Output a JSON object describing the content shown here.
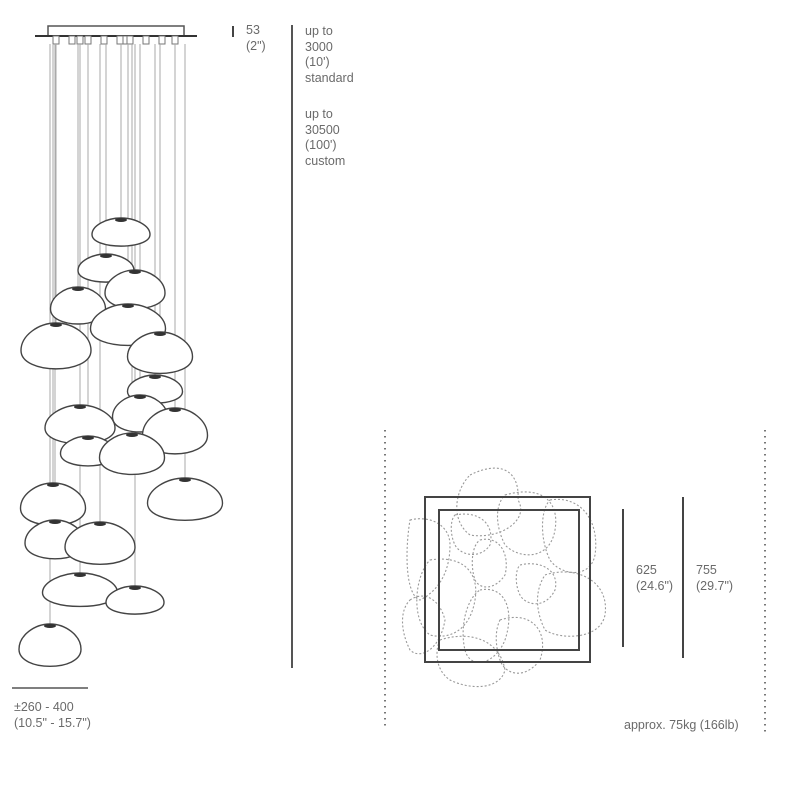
{
  "elevation": {
    "canopy_height": "53",
    "canopy_height_in": "(2\")",
    "drop_standard_label": "up to",
    "drop_standard_mm": "3000",
    "drop_standard_ft": "(10')",
    "drop_standard_note": "standard",
    "drop_custom_label": "up to",
    "drop_custom_mm": "30500",
    "drop_custom_ft": "(100')",
    "drop_custom_note": "custom",
    "width_range": "±260 - 400",
    "width_range_in": "(10.5\" - 15.7\")"
  },
  "plan": {
    "inner_size": "625",
    "inner_size_in": "(24.6\")",
    "outer_size": "755",
    "outer_size_in": "(29.7\")",
    "weight": "approx. 75kg (166lb)"
  },
  "colors": {
    "line": "#555555",
    "glass": "#444444",
    "dotted": "#999999"
  }
}
